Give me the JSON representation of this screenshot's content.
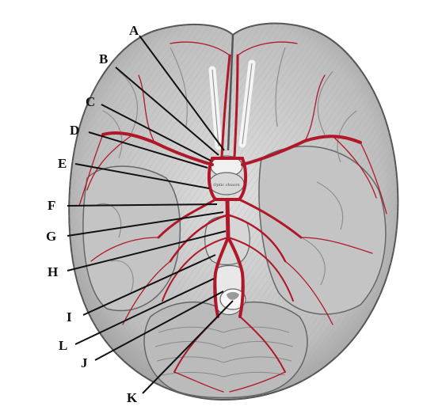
{
  "labels": [
    "A",
    "B",
    "C",
    "D",
    "E",
    "F",
    "G",
    "H",
    "I",
    "L",
    "J",
    "K"
  ],
  "brain_inscription": "Optic chiasm",
  "colors": {
    "artery": "#b0182a",
    "brain_fill": "#cfcfcf",
    "brain_shadow": "#8f8f8f",
    "label": "#111111",
    "background": "#ffffff"
  }
}
